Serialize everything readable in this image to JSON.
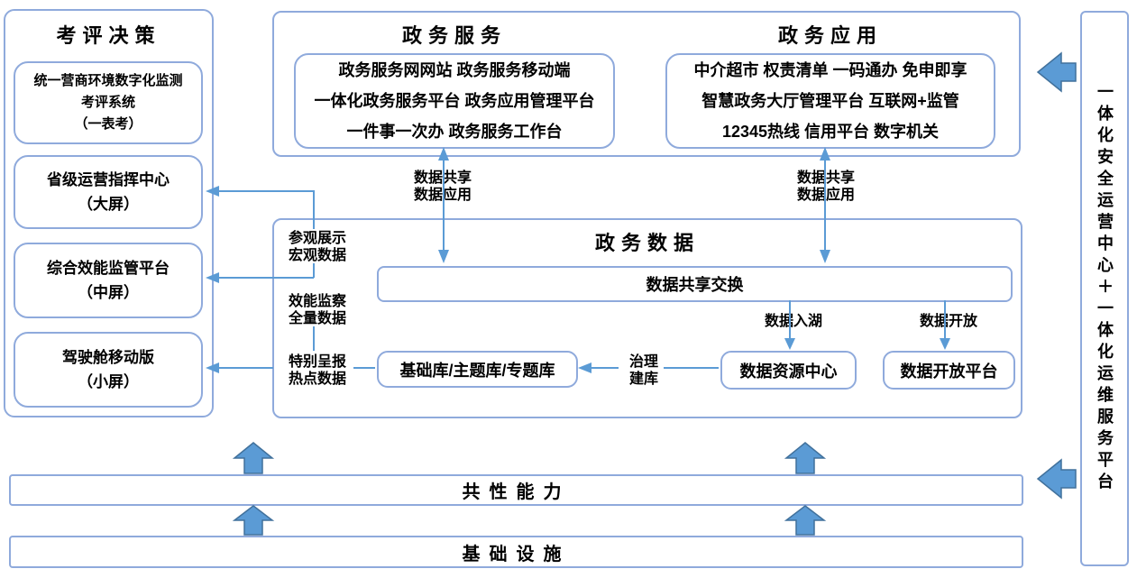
{
  "colors": {
    "box_border": "#8FAADC",
    "connector_line": "#5B9BD5",
    "solid_arrow_fill": "#5B9BD5",
    "solid_arrow_stroke": "#41719C",
    "text": "#000000",
    "background": "#FFFFFF"
  },
  "left_panel": {
    "title": "考评决策",
    "boxes": [
      {
        "lines": [
          "统一营商环境数字化监测",
          "考评系统",
          "（一表考）"
        ]
      },
      {
        "lines": [
          "省级运营指挥中心",
          "（大屏）"
        ]
      },
      {
        "lines": [
          "综合效能监管平台",
          "（中屏）"
        ]
      },
      {
        "lines": [
          "驾驶舱移动版",
          "（小屏）"
        ]
      }
    ]
  },
  "top_panel": {
    "service_title": "政务服务",
    "app_title": "政务应用",
    "service_lines": [
      "政务服务网网站 政务服务移动端",
      "一体化政务服务平台 政务应用管理平台",
      "一件事一次办 政务服务工作台"
    ],
    "app_lines": [
      "中介超市 权责清单 一码通办 免申即享",
      "智慧政务大厅管理平台 互联网+监管",
      "12345热线 信用平台 数字机关"
    ]
  },
  "share_labels": {
    "left": [
      "数据共享",
      "数据应用"
    ],
    "right": [
      "数据共享",
      "数据应用"
    ]
  },
  "data_panel": {
    "title": "政务数据",
    "exchange_bar": "数据共享交换",
    "side_labels": [
      [
        "参观展示",
        "宏观数据"
      ],
      [
        "效能监察",
        "全量数据"
      ],
      [
        "特别呈报",
        "热点数据"
      ]
    ],
    "library_box": "基础库/主题库/专题库",
    "govern_label": [
      "治理",
      "建库"
    ],
    "resource_box": "数据资源中心",
    "open_platform_box": "数据开放平台",
    "lake_label": "数据入湖",
    "open_label": "数据开放"
  },
  "bottom_bars": {
    "capability": "共性能力",
    "infrastructure": "基础设施"
  },
  "right_panel": {
    "vertical_text": "一体化安全运营中心＋一体化运维服务平台"
  }
}
